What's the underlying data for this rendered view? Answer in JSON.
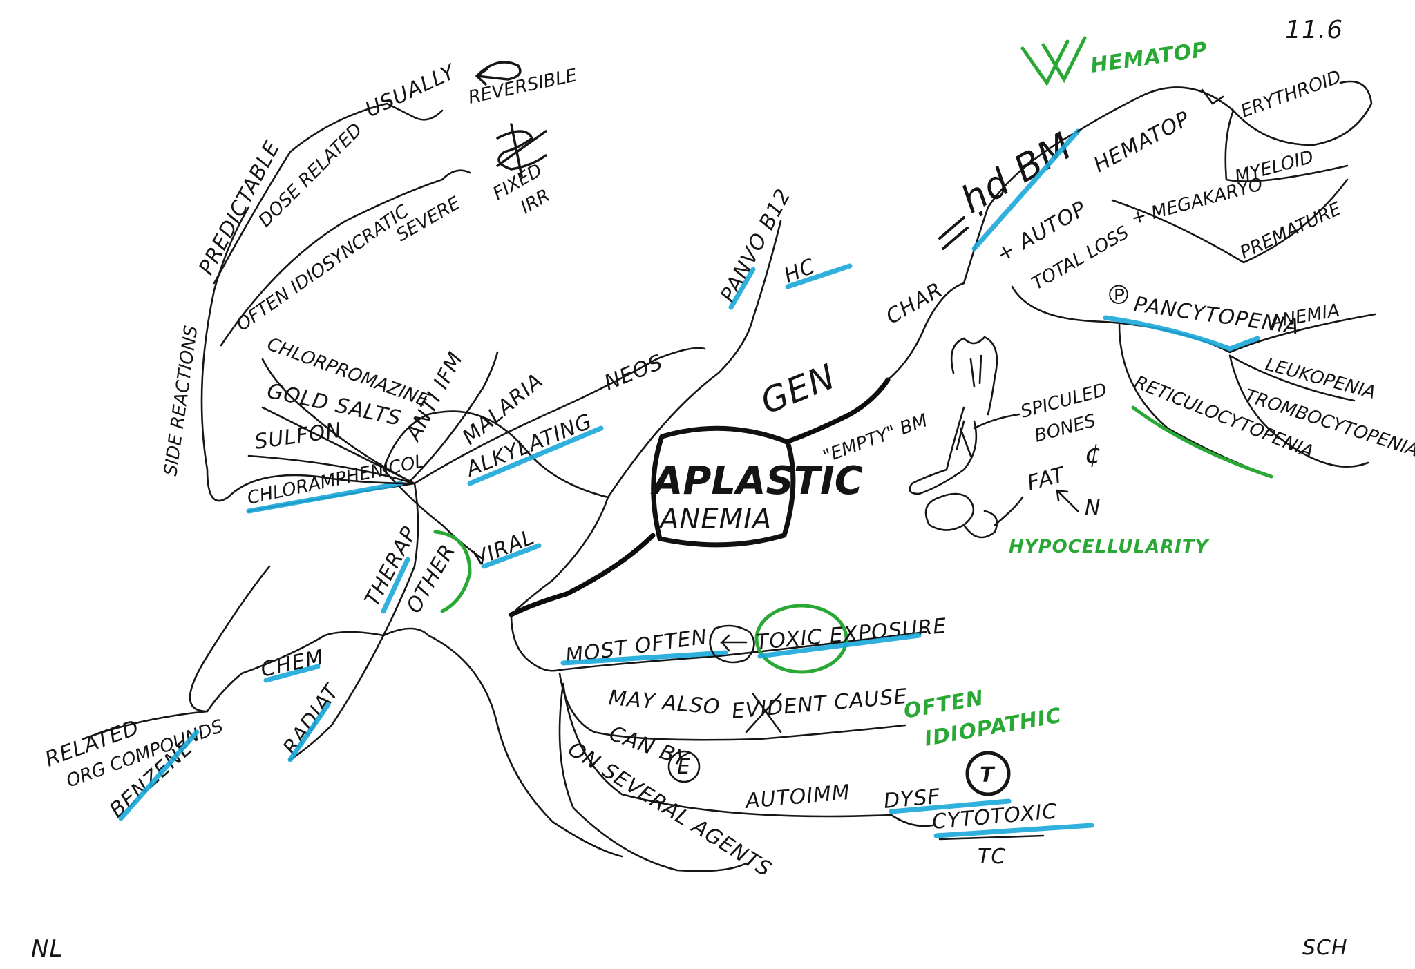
{
  "center": {
    "line1": "APLASTIC",
    "line2": "ANEMIA"
  },
  "corners": {
    "top_right": "11.6",
    "bottom_left": "NL",
    "bottom_right": "SCH"
  },
  "gen": {
    "label": "GEN",
    "char": "CHAR",
    "bm_reduction": "ḥd BM",
    "hematop": "HEMATOP",
    "erythroid": "ERYTHROID",
    "myeloid": "MYELOID",
    "megakaryo": "+ MEGAKARYO",
    "premature": "PREMATURE",
    "total_loss": "TOTAL LOSS",
    "autop": "+ AUTOP",
    "green_hematop": "HEMATOP",
    "pancytopenia": "PANCYTOPENIA",
    "anemia": "ANEMIA",
    "leukopenia": "LEUKOPENIA",
    "thrombocytopenia": "TROMBOCYTOPENIA",
    "reticulocytopenia": "RETICULOCYTOPENIA",
    "empty_bm": "\"EMPTY\" BM",
    "spiculed": "SPICULED",
    "bones": "BONES",
    "fat": "FAT",
    "normal": "N",
    "hypocellularity": "HYPOCELLULARITY"
  },
  "causes": {
    "most_often": "MOST OFTEN",
    "toxic_exposure": "TOXIC EXPOSURE",
    "may_also": "MAY ALSO",
    "evident_cause": "EVIDENT CAUSE",
    "often": "OFTEN",
    "idiopathic": "IDIOPATHIC",
    "can_by": "CAN   BY",
    "e_symbol": "E",
    "autoimm": "AUTOIMM",
    "dysf": "DYSF",
    "t_symbol": "T",
    "cytotoxic": "CYTOTOXIC",
    "tc": "TC",
    "several": "ON SEVERAL AGENTS"
  },
  "drugs": {
    "pancytopenia": "PANVO B12",
    "hc": "HC",
    "viral": "VIRAL",
    "alkylating": "ALKYLATING",
    "neos": "NEOS",
    "malaria": "MALARIA",
    "anti_ifm": "ANTI IFM",
    "chlorpromazine": "CHLORPROMAZINE",
    "gold_salts": "GOLD SALTS",
    "sulfon": "SULFON",
    "chloramphenicol": "CHLORAMPHENICOL",
    "side_reactions": "SIDE REACTIONS",
    "predictable": "PREDICTABLE",
    "dose_related": "DOSE RELATED",
    "usually": "USUALLY",
    "reversible": "REVERSIBLE",
    "often_idiosyncratic": "OFTEN  IDIOSYNCRATIC",
    "severe": "SEVERE",
    "fixed": "FIXED",
    "irr": "IRR"
  },
  "other": {
    "therap": "THERAP",
    "other": "OTHER",
    "chem": "CHEM",
    "radiation": "RADIAT",
    "related": "RELATED",
    "compounds": "ORG COMPOUNDS",
    "benzene": "BENZENE"
  }
}
